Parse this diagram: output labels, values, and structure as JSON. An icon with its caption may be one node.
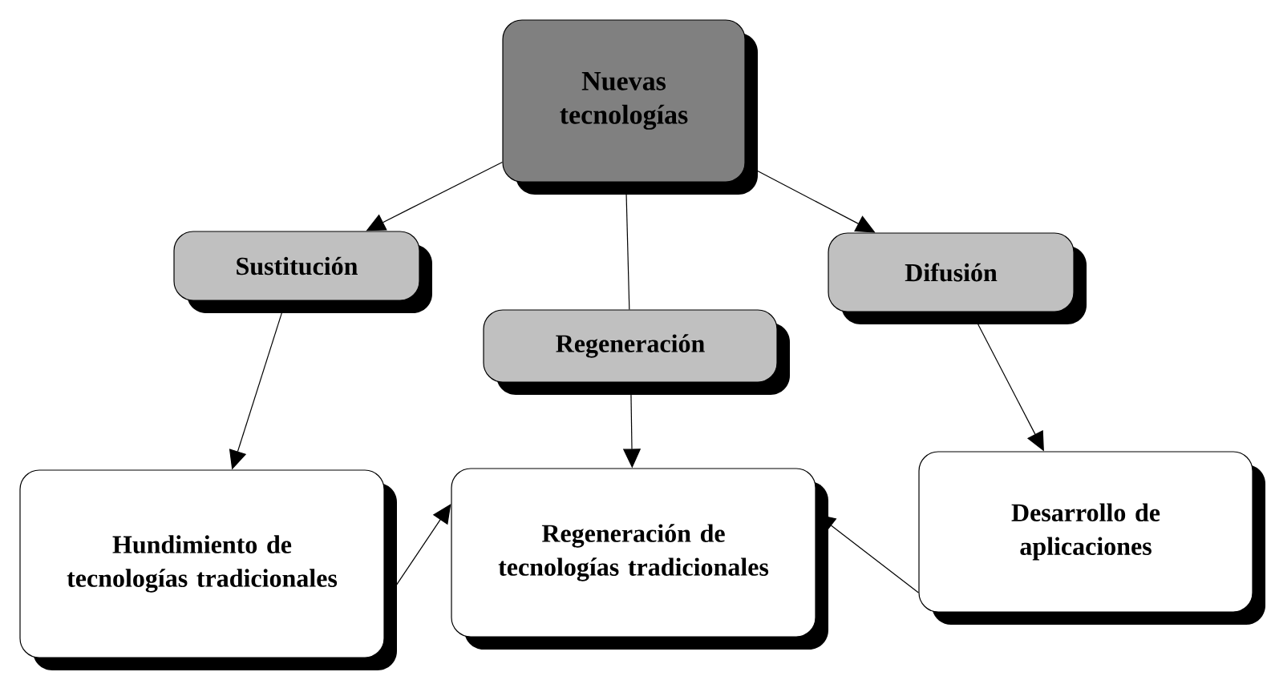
{
  "diagram": {
    "nodes": [
      {
        "text": [
          "Nuevas tecnologías"
        ]
      },
      {
        "text": [
          "Sustitución"
        ]
      },
      {
        "text": [
          "Regeneración"
        ]
      },
      {
        "text": [
          "Difusión"
        ]
      },
      {
        "text": [
          "Hundimiento de tecnologías tradicionales"
        ]
      },
      {
        "text": [
          "Regeneración de tecnologías tradicionales"
        ]
      },
      {
        "text": [
          "Desarrollo de aplicaciones"
        ]
      }
    ],
    "edges": [
      {
        "from": 0,
        "to": 1,
        "arrow": "to"
      },
      {
        "from": 0,
        "to": 2,
        "arrow": "none"
      },
      {
        "from": 0,
        "to": 3,
        "arrow": "to"
      },
      {
        "from": 1,
        "to": 4,
        "arrow": "to"
      },
      {
        "from": 2,
        "to": 5,
        "arrow": "to"
      },
      {
        "from": 3,
        "to": 6,
        "arrow": "to"
      },
      {
        "from": 4,
        "to": 5,
        "arrow": "to"
      },
      {
        "from": 6,
        "to": 5,
        "arrow": "to"
      }
    ]
  }
}
